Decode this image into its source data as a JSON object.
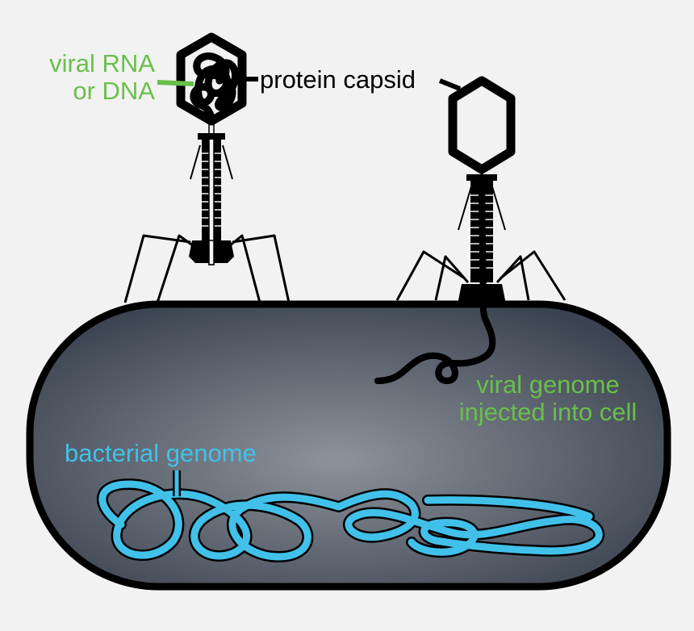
{
  "labels": {
    "viral_rna_line1": "viral RNA",
    "viral_rna_line2": "or DNA",
    "protein_capsid": "protein capsid",
    "viral_genome_line1": "viral genome",
    "viral_genome_line2": "injected into cell",
    "bacterial_genome": "bacterial genome"
  },
  "colors": {
    "background": "#f2f2f2",
    "outline": "#000000",
    "cell_light": "#8d939b",
    "cell_dark": "#3b4350",
    "viral_genome": "#6abf4b",
    "bacterial_genome": "#41c1ea",
    "label_text": "#000000"
  },
  "icons": [
    "bacteriophage-attached-icon",
    "bacteriophage-injecting-icon",
    "bacterial-cell-icon"
  ]
}
